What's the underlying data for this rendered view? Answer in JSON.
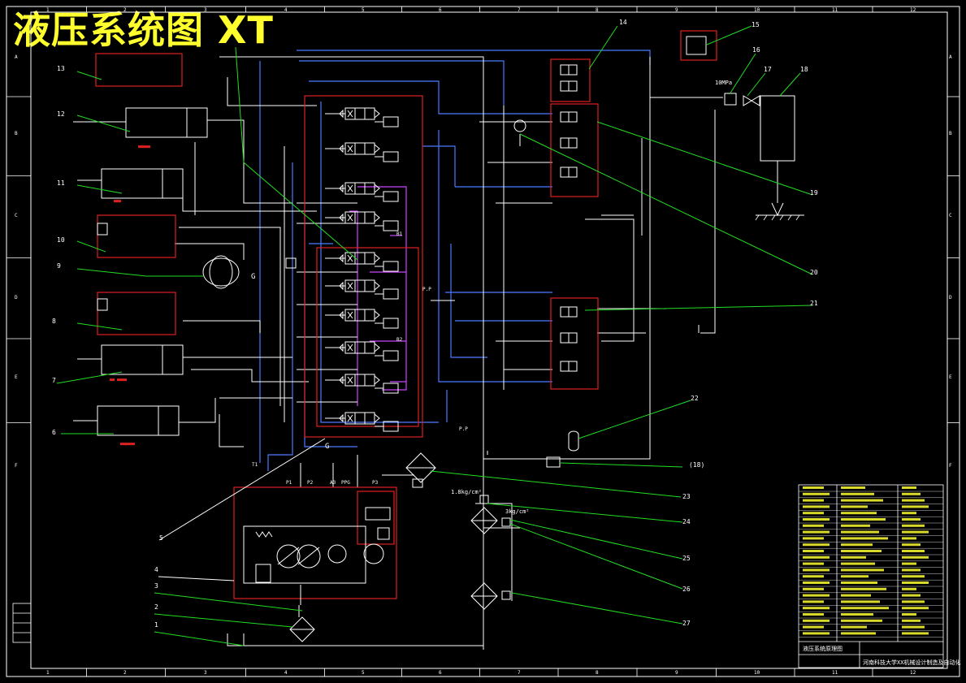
{
  "title": "液压系统图  XT",
  "colors": {
    "background": "#000000",
    "frame": "#ffffff",
    "hydraulic_line": "#ffffff",
    "pilot_line": "#4a7bff",
    "return_line": "#cc44ff",
    "component_box": "#e02020",
    "leader_line": "#22dd22",
    "title": "#ffff2e",
    "table_text": "#ffff33"
  },
  "grid": {
    "columns": [
      "1",
      "2",
      "3",
      "4",
      "5",
      "6",
      "7",
      "8",
      "9",
      "10",
      "11",
      "12"
    ],
    "rows": [
      "A",
      "B",
      "C",
      "D",
      "E",
      "F"
    ]
  },
  "callouts": [
    "1",
    "2",
    "3",
    "4",
    "5",
    "6",
    "7",
    "8",
    "9",
    "10",
    "11",
    "12",
    "13",
    "14",
    "15",
    "16",
    "17",
    "18",
    "19",
    "20",
    "21",
    "22",
    "(18)",
    "23",
    "24",
    "25",
    "26",
    "27"
  ],
  "port_labels": [
    "G",
    "G",
    "P.P",
    "P.P",
    "T1",
    "P1",
    "P2",
    "A3",
    "PPG",
    "P3",
    "B1",
    "B2"
  ],
  "annotations": {
    "pressure": "1.8kg/cm²",
    "pressure2": "3kg/cm²",
    "relief": "10MPa"
  },
  "title_block": {
    "drawing_name": "液压系统原理图",
    "institution": "河南科技大学XX机械设计制造及自动化"
  }
}
